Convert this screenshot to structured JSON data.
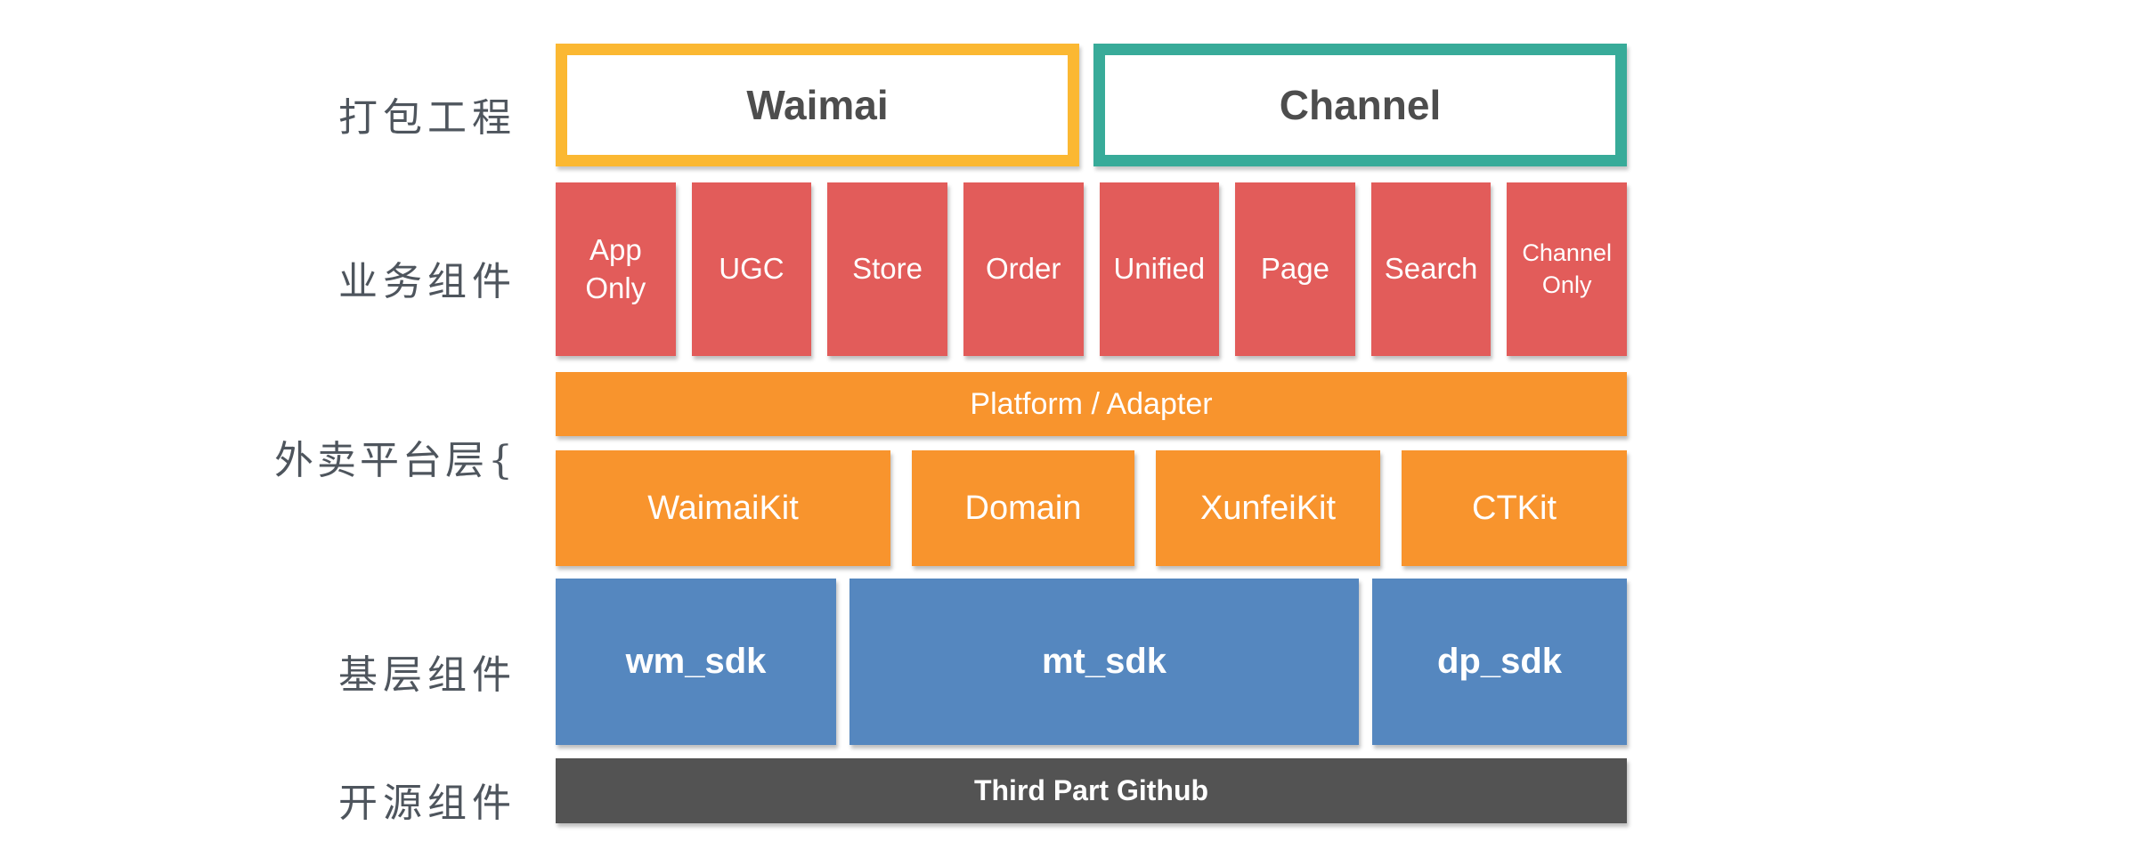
{
  "colors": {
    "packaging_waimai_border": "#FBB832",
    "packaging_channel_border": "#38AB99",
    "business_box": "#E25C5A",
    "platform_box": "#F8942D",
    "sdk_box": "#5587BF",
    "opensource_box": "#535353",
    "row_label_text": "#4E555D",
    "packaging_text": "#4D4D4D",
    "box_text": "#FFFFFF"
  },
  "rows": {
    "packaging": {
      "label": "打包工程",
      "items": [
        {
          "name": "Waimai"
        },
        {
          "name": "Channel"
        }
      ]
    },
    "business": {
      "label": "业务组件",
      "items": [
        "App Only",
        "UGC",
        "Store",
        "Order",
        "Unified",
        "Page",
        "Search",
        "Channel Only"
      ]
    },
    "platform": {
      "label": "外卖平台层{",
      "adapter_bar": "Platform / Adapter",
      "kits": [
        "WaimaiKit",
        "Domain",
        "XunfeiKit",
        "CTKit"
      ]
    },
    "base": {
      "label": "基层组件",
      "items": [
        "wm_sdk",
        "mt_sdk",
        "dp_sdk"
      ]
    },
    "opensource": {
      "label": "开源组件",
      "bar": "Third Part Github"
    }
  }
}
